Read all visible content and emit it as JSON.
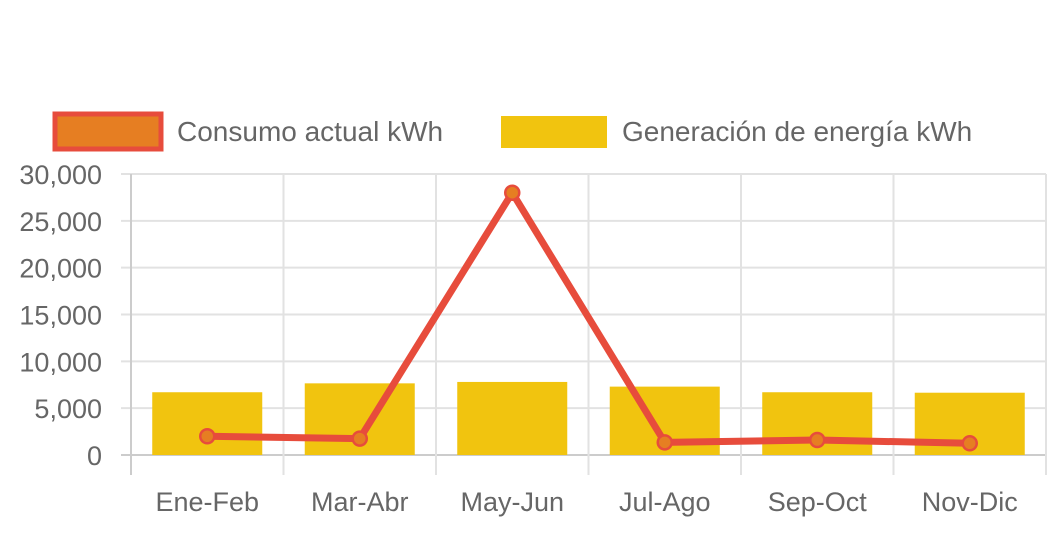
{
  "chart_data": {
    "type": "bar",
    "title": "",
    "xlabel": "",
    "ylabel": "",
    "ylim": [
      0,
      30000
    ],
    "yticks": [
      "0",
      "5,000",
      "10,000",
      "15,000",
      "20,000",
      "25,000",
      "30,000"
    ],
    "ytick_values": [
      0,
      5000,
      10000,
      15000,
      20000,
      25000,
      30000
    ],
    "categories": [
      "Ene-Feb",
      "Mar-Abr",
      "May-Jun",
      "Jul-Ago",
      "Sep-Oct",
      "Nov-Dic"
    ],
    "grid": true,
    "legend_position": "top",
    "series": [
      {
        "name": "Consumo actual kWh",
        "type": "line",
        "color": "#e74c3c",
        "fill": "#e67e22",
        "values": [
          2000,
          1750,
          28000,
          1350,
          1600,
          1250
        ]
      },
      {
        "name": "Generación de energía kWh",
        "type": "bar",
        "color": "#f1c40f",
        "values": [
          6700,
          7650,
          7800,
          7300,
          6700,
          6650
        ]
      }
    ]
  }
}
